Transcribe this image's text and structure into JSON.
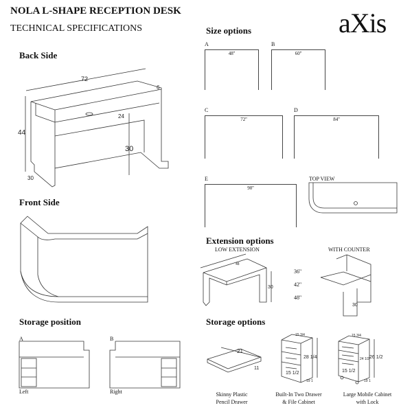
{
  "header": {
    "title": "NOLA L-SHAPE RECEPTION DESK",
    "subtitle": "TECHNICAL SPECIFICATIONS",
    "logo": "aXis"
  },
  "back_side": {
    "heading": "Back Side",
    "dims": {
      "length": "72",
      "depth": "6",
      "shelf": "24",
      "height": "44",
      "knee": "30",
      "return": "30"
    }
  },
  "front_side": {
    "heading": "Front Side"
  },
  "storage_position": {
    "heading": "Storage position",
    "options": [
      {
        "letter": "A",
        "caption": "Left"
      },
      {
        "letter": "B",
        "caption": "Right"
      }
    ]
  },
  "size_options": {
    "heading": "Size options",
    "items": [
      {
        "letter": "A",
        "width": "48''"
      },
      {
        "letter": "B",
        "width": "60''"
      },
      {
        "letter": "C",
        "width": "72''"
      },
      {
        "letter": "D",
        "width": "84''"
      },
      {
        "letter": "E",
        "width": "90''"
      }
    ],
    "top_view": "TOP VIEW"
  },
  "extension_options": {
    "heading": "Extension options",
    "low": "LOW EXTENSION",
    "counter": "WITH COUNTER",
    "heights": [
      "36''",
      "42''",
      "48''"
    ],
    "low_height": "30",
    "counter_height": "30"
  },
  "storage_options": {
    "heading": "Storage options",
    "items": [
      {
        "caption1": "Skinny Plastic",
        "caption2": "Pencil Drawer",
        "dims": [
          "21",
          "11"
        ]
      },
      {
        "caption1": "Built-In Two Drawer",
        "caption2": "& File Cabinet",
        "dims": [
          "15 3/4",
          "28 1/4",
          "15 1/2",
          "19 1"
        ]
      },
      {
        "caption1": "Large Mobile Cabinet",
        "caption2": "with Lock",
        "dims": [
          "15 3/4",
          "26 1/2",
          "24 1/2",
          "15 1/2",
          "19 1"
        ]
      }
    ]
  }
}
